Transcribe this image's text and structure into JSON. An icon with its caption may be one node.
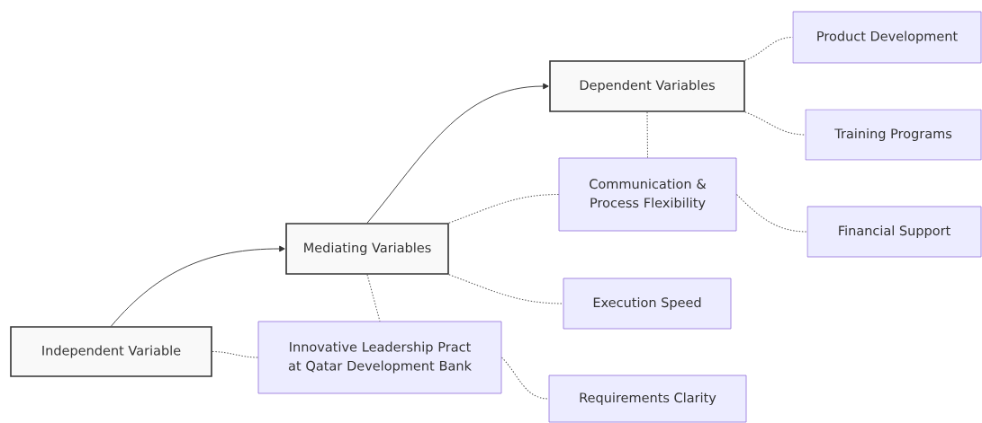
{
  "diagram": {
    "nodes": [
      {
        "text": [
          "Independent Variable"
        ]
      },
      {
        "text": [
          "Mediating Variables"
        ]
      },
      {
        "text": [
          "Dependent Variables"
        ]
      },
      {
        "text": [
          "Product Development"
        ]
      },
      {
        "text": [
          "Training Programs"
        ]
      },
      {
        "text": [
          "Communication & Process Flexibility"
        ]
      },
      {
        "text": [
          "Financial Support"
        ]
      },
      {
        "text": [
          "Execution Speed"
        ]
      },
      {
        "text": [
          "Innovative Leadership Pract at Qatar Development Bank"
        ]
      },
      {
        "text": [
          "Requirements Clarity"
        ]
      }
    ],
    "edges": [
      {
        "from": 0,
        "to": 1,
        "arrow": "to"
      },
      {
        "from": 1,
        "to": 2,
        "arrow": "to"
      },
      {
        "from": 0,
        "to": 8,
        "arrow": "none",
        "style": "dashed"
      },
      {
        "from": 1,
        "to": 5,
        "arrow": "none",
        "style": "dashed"
      },
      {
        "from": 1,
        "to": 7,
        "arrow": "none",
        "style": "dashed"
      },
      {
        "from": 1,
        "to": 8,
        "arrow": "none",
        "style": "dashed"
      },
      {
        "from": 8,
        "to": 9,
        "arrow": "none",
        "style": "dashed"
      },
      {
        "from": 2,
        "to": 3,
        "arrow": "none",
        "style": "dashed"
      },
      {
        "from": 2,
        "to": 4,
        "arrow": "none",
        "style": "dashed"
      },
      {
        "from": 2,
        "to": 5,
        "arrow": "none",
        "style": "dashed"
      },
      {
        "from": 5,
        "to": 6,
        "arrow": "none",
        "style": "dashed"
      }
    ]
  }
}
